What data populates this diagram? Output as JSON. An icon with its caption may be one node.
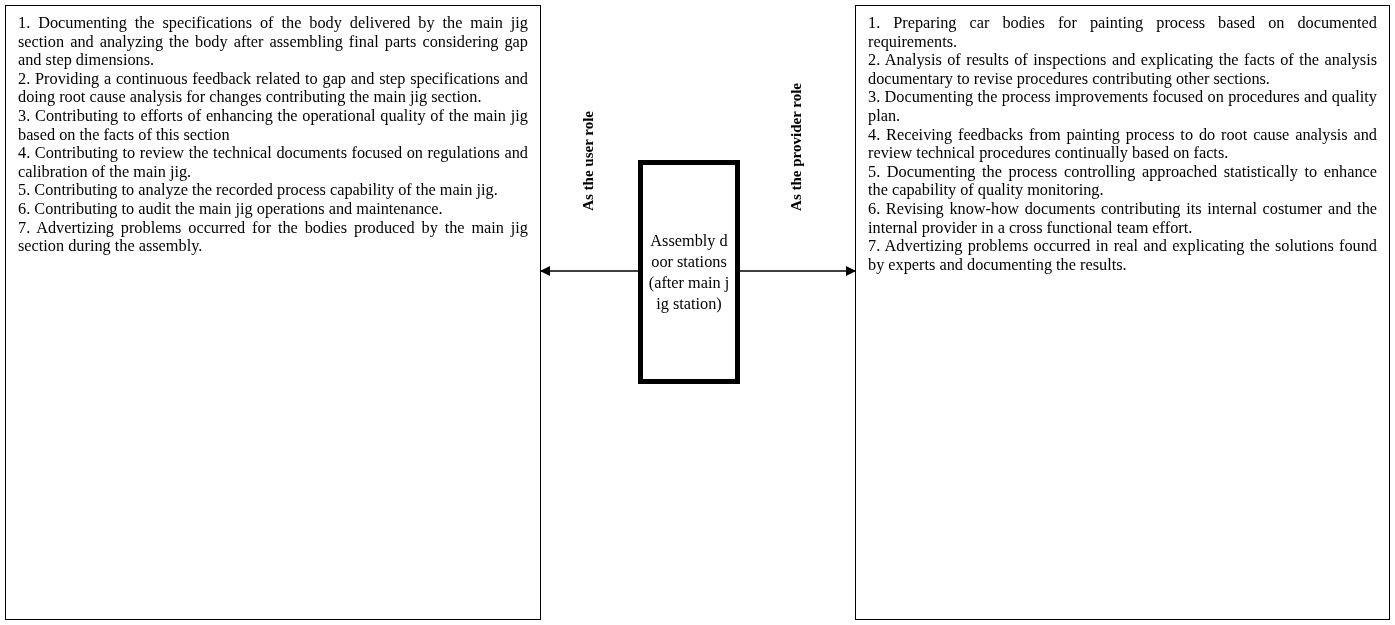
{
  "diagram": {
    "nodes": [
      {
        "text": [
          "1. Documenting the specifications of the body delivered by the main jig section and analyzing the body after assembling final parts considering gap and step dimensions.",
          "2. Providing a continuous feedback related to gap and step specifications and doing root cause analysis for changes contributing the main jig section.",
          "3. Contributing to efforts of enhancing the operational quality of the main jig based on the facts of this section",
          "4. Contributing to review the technical documents focused on regulations and calibration of the main jig.",
          "5. Contributing to analyze the recorded process capability of the main jig.",
          "6. Contributing to audit the main jig operations and maintenance.",
          "7. Advertizing problems occurred for the bodies produced by the main jig section during the assembly."
        ]
      },
      {
        "text": [
          "Assembly door stations (after main jig station)"
        ]
      },
      {
        "text": [
          "1. Preparing car bodies for painting process based on documented requirements.",
          "2. Analysis of results of inspections and explicating the facts of the analysis documentary to revise procedures contributing other sections.",
          "3. Documenting the process improvements focused on procedures and quality plan.",
          "4. Receiving feedbacks from painting process to do root cause analysis and review technical procedures continually based on facts.",
          "5. Documenting the process controlling approached statistically to enhance the capability of quality monitoring.",
          "6. Revising know-how documents contributing its internal costumer and the internal provider in a cross functional team effort.",
          "7. Advertizing problems occurred in real and explicating the solutions found by experts and documenting the results."
        ]
      }
    ],
    "edges": [
      {
        "from": 1,
        "to": 0,
        "arrow": "to",
        "label": "As the user role"
      },
      {
        "from": 1,
        "to": 2,
        "arrow": "to",
        "label": "As the provider role"
      }
    ]
  }
}
